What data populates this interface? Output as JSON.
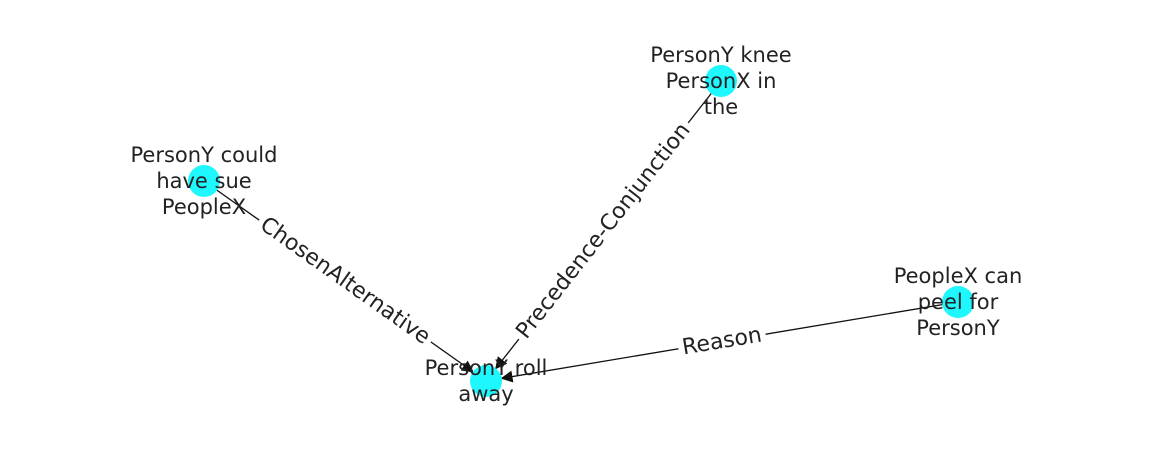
{
  "graph": {
    "node_color": "#1ff7ff",
    "edge_color": "#111111",
    "label_color": "#222222",
    "nodes": [
      {
        "id": "n_knee",
        "lines": [
          "PersonY knee",
          "PersonX in",
          "the"
        ]
      },
      {
        "id": "n_could",
        "lines": [
          "PersonY could",
          "have sue",
          "PeopleX"
        ]
      },
      {
        "id": "n_peel",
        "lines": [
          "PeopleX can",
          "peel for",
          "PersonY"
        ]
      },
      {
        "id": "n_roll",
        "lines": [
          "PersonY roll",
          "away"
        ]
      }
    ],
    "edges": [
      {
        "source": "n_could",
        "target": "n_roll",
        "label": "ChosenAlternative"
      },
      {
        "source": "n_knee",
        "target": "n_roll",
        "label": "Precedence-Conjunction"
      },
      {
        "source": "n_peel",
        "target": "n_roll",
        "label": "Reason"
      }
    ]
  }
}
